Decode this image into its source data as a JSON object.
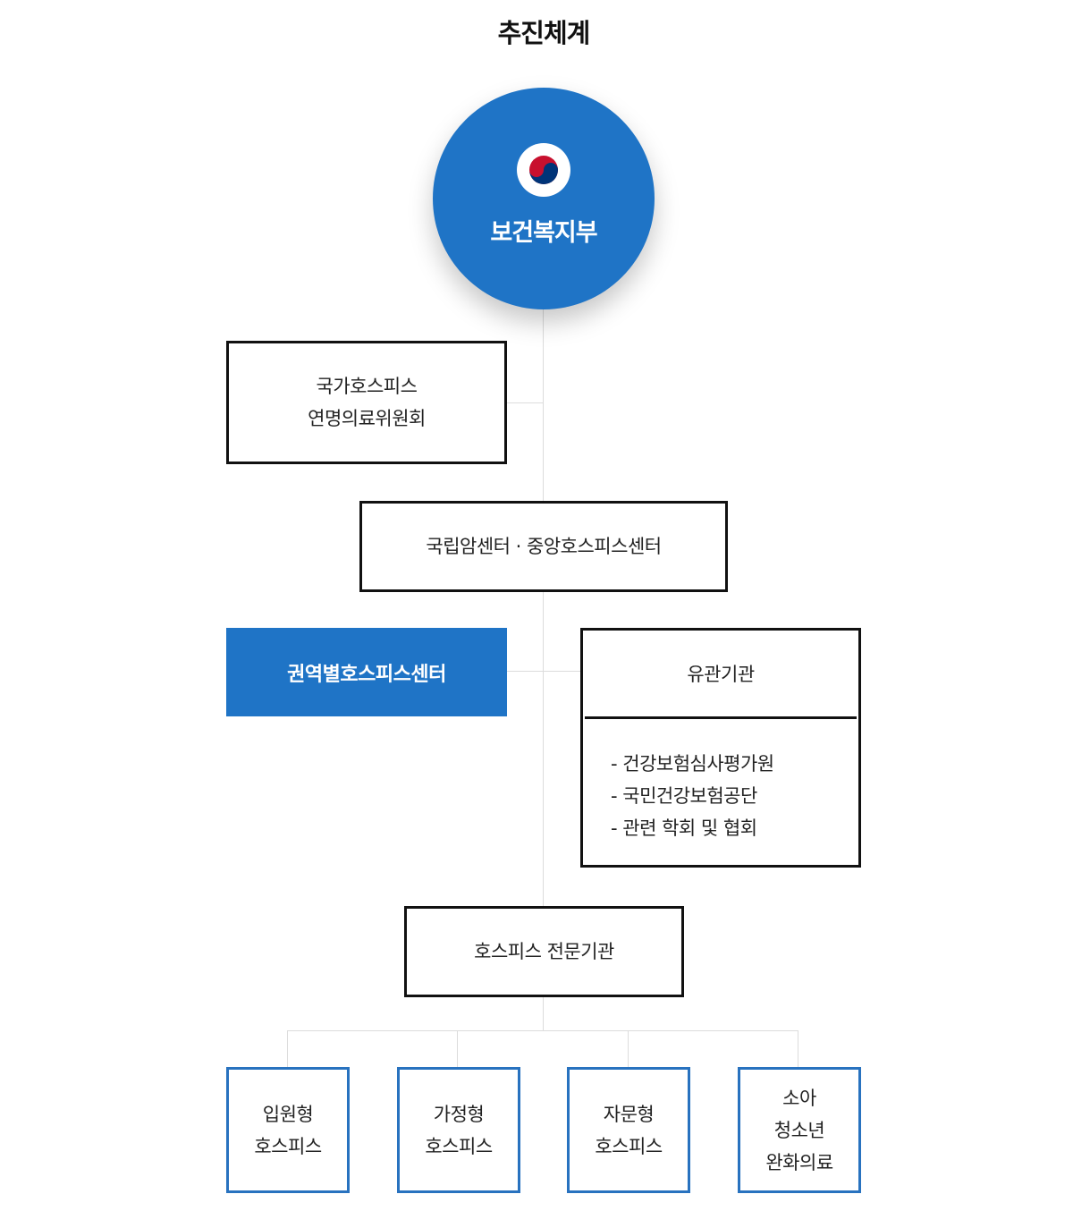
{
  "title": "추진체계",
  "ministry": {
    "label": "보건복지부",
    "emblem_icon": "taegeuk-emblem-icon"
  },
  "committee": {
    "label": "국가호스피스\n연명의료위원회"
  },
  "national_center": {
    "label": "국립암센터 · 중앙호스피스센터"
  },
  "regional_center": {
    "label": "권역별호스피스센터"
  },
  "related_agencies": {
    "title": "유관기관",
    "items": [
      "- 건강보험심사평가원",
      "- 국민건강보험공단",
      "- 관련 학회 및 협회"
    ]
  },
  "specialized": {
    "label": "호스피스 전문기관"
  },
  "types": [
    {
      "label": "입원형\n호스피스"
    },
    {
      "label": "가정형\n호스피스"
    },
    {
      "label": "자문형\n호스피스"
    },
    {
      "label": "소아\n청소년\n완화의료"
    }
  ],
  "colors": {
    "primary": "#1f74c6",
    "leaf_border": "#2872bf",
    "connector": "#dcdcdc",
    "box_border": "#111111"
  }
}
